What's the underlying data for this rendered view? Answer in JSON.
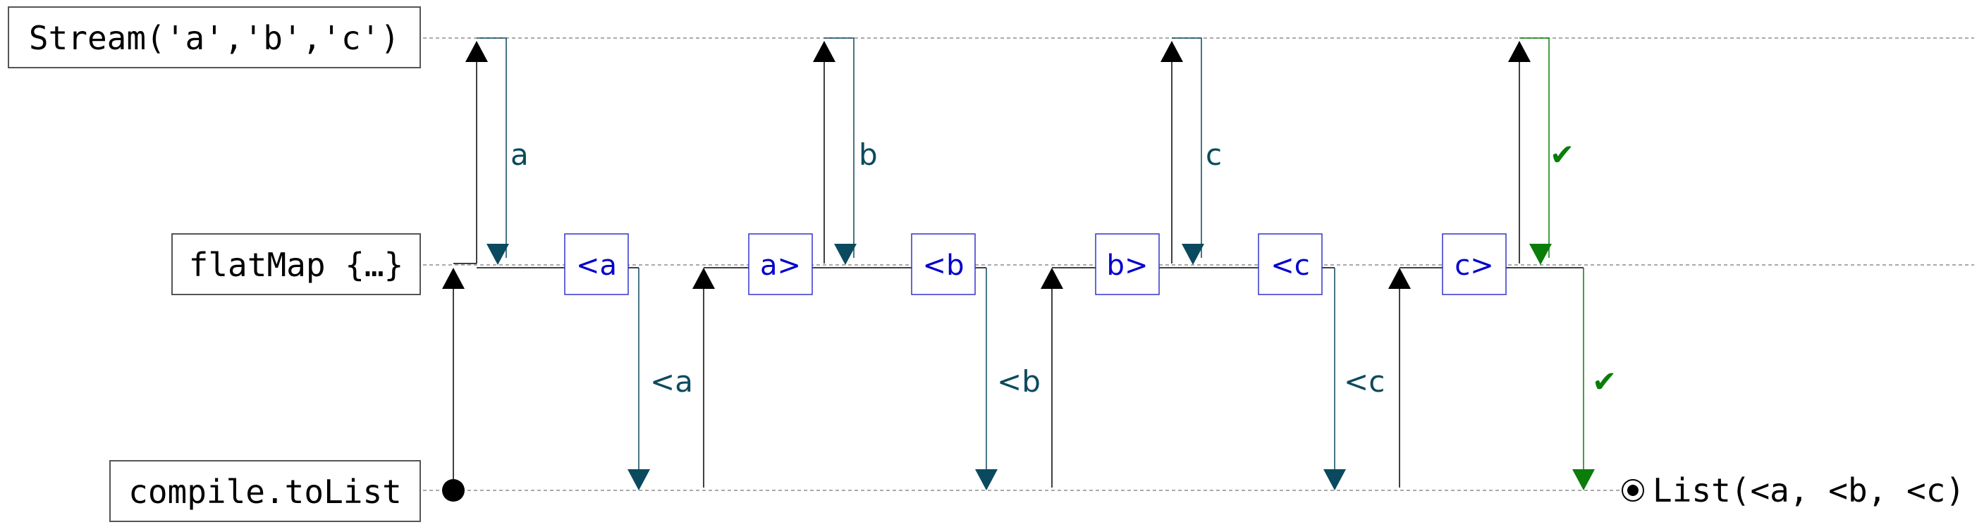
{
  "colors": {
    "pull": "#000000",
    "element": "#0b4a5e",
    "chip": "#0000cc",
    "complete": "#0a7d0a",
    "guide": "#aaaaaa"
  },
  "lanes": [
    {
      "id": "source",
      "label": "Stream('a','b','c')"
    },
    {
      "id": "flatmap",
      "label": "flatMap {…}"
    },
    {
      "id": "sink",
      "label": "compile.toList"
    }
  ],
  "chips": [
    "<a",
    "a>",
    "<b",
    "b>",
    "<c",
    "c>"
  ],
  "upper_labels": [
    "a",
    "b",
    "c",
    "✔"
  ],
  "lower_labels": [
    "<a",
    "<b",
    "<c",
    "✔"
  ],
  "result": {
    "icon": "result-circle-icon",
    "text": "List(<a, <b, <c)"
  }
}
